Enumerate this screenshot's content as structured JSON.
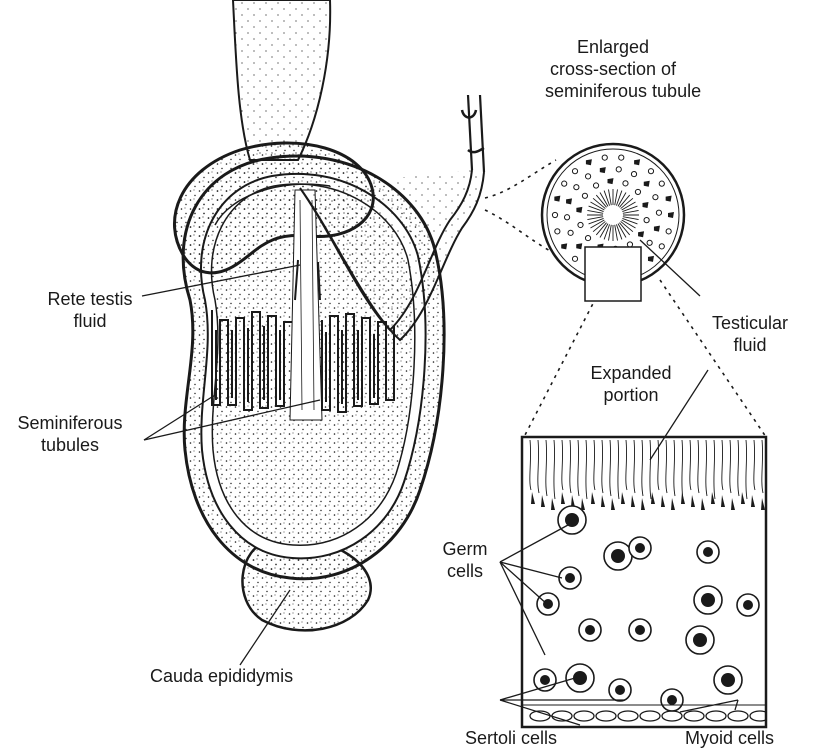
{
  "labels": {
    "cross_section_title": [
      "Enlarged",
      "cross-section of",
      "seminiferous tubule"
    ],
    "rete_testis": [
      "Rete testis",
      "fluid"
    ],
    "seminiferous_tubules": [
      "Seminiferous",
      "tubules"
    ],
    "testicular_fluid": [
      "Testicular",
      "fluid"
    ],
    "expanded_portion": [
      "Expanded",
      "portion"
    ],
    "germ_cells": [
      "Germ",
      "cells"
    ],
    "cauda_epididymis": "Cauda epididymis",
    "sertoli_cells": "Sertoli cells",
    "myoid_cells": "Myoid cells"
  },
  "colors": {
    "ink": "#1a1a1a",
    "paper": "#ffffff"
  }
}
